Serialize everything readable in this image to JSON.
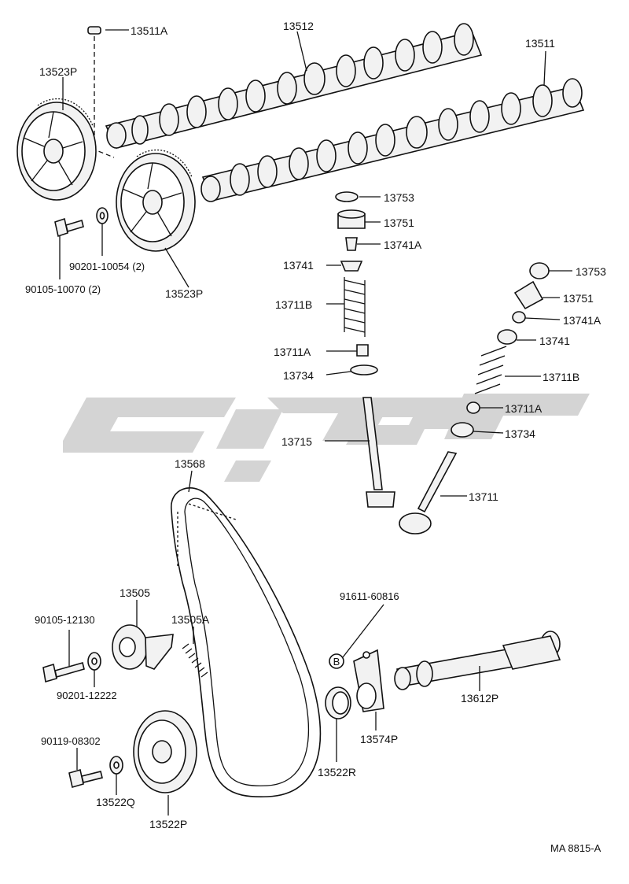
{
  "diagram": {
    "drawing_code": "MA  8815-A",
    "colors": {
      "line": "#111111",
      "fill": "#f2f2f2",
      "watermark": "#d4d4d4"
    },
    "labels": {
      "p13511A_top": "13511A",
      "p13512": "13512",
      "p13511": "13511",
      "p13523P_top": "13523P",
      "p13523P_bottom": "13523P",
      "p90201_10054": "90201-10054 (2)",
      "p90105_10070": "90105-10070 (2)",
      "p13753_l": "13753",
      "p13751_l": "13751",
      "p13741A_l": "13741A",
      "p13741_l": "13741",
      "p13711B_l": "13711B",
      "p13711A_l": "13711A",
      "p13734_l": "13734",
      "p13715": "13715",
      "p13753_r": "13753",
      "p13751_r": "13751",
      "p13741A_r": "13741A",
      "p13741_r": "13741",
      "p13711B_r": "13711B",
      "p13711A_r": "13711A",
      "p13734_r": "13734",
      "p13711": "13711",
      "p13568": "13568",
      "p13505": "13505",
      "p13505A": "13505A",
      "p90105_12130": "90105-12130",
      "p90201_12222": "90201-12222",
      "p91611_60816": "91611-60816",
      "p13612P": "13612P",
      "p13574P": "13574P",
      "p13522R": "13522R",
      "p90119_08302": "90119-08302",
      "p13522Q": "13522Q",
      "p13522P": "13522P",
      "callout_B": "B"
    }
  }
}
